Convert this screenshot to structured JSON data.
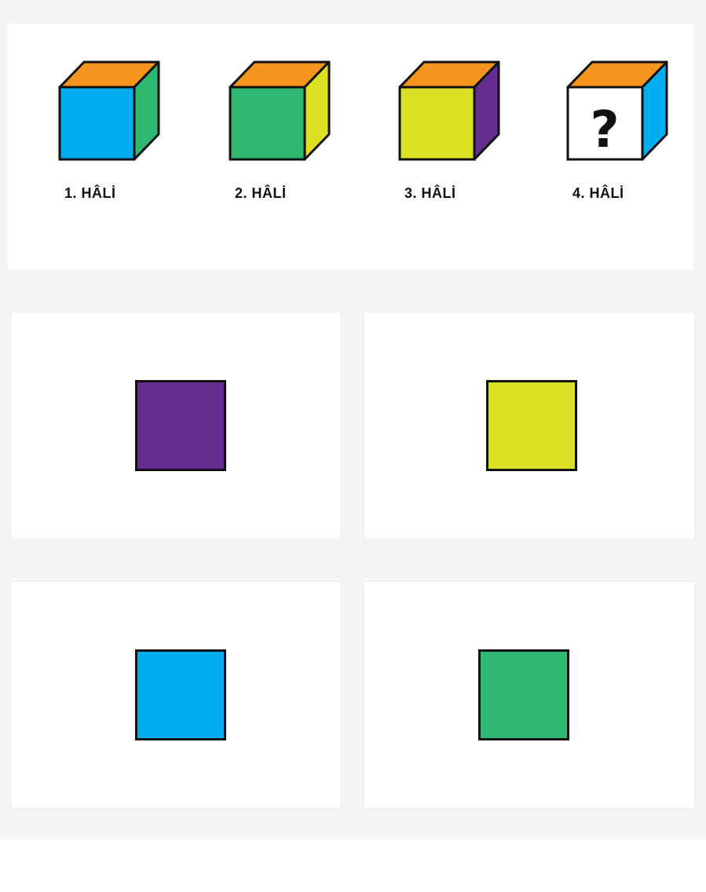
{
  "question": {
    "cubes": [
      {
        "caption": "1. HÂLİ",
        "front": "#00aeef",
        "top": "#f7941d",
        "side": "#2eb872",
        "unknown": false
      },
      {
        "caption": "2. HÂLİ",
        "front": "#2eb872",
        "top": "#f7941d",
        "side": "#dce022",
        "unknown": false
      },
      {
        "caption": "3. HÂLİ",
        "front": "#dce022",
        "top": "#f7941d",
        "side": "#662d91",
        "unknown": false
      },
      {
        "caption": "4. HÂLİ",
        "front": "#ffffff",
        "top": "#f7941d",
        "side": "#00aeef",
        "unknown": true,
        "front_symbol": "?"
      }
    ]
  },
  "options": [
    {
      "color": "#662d91",
      "color_name": "purple"
    },
    {
      "color": "#dce022",
      "color_name": "yellow-green"
    },
    {
      "color": "#00aeef",
      "color_name": "blue"
    },
    {
      "color": "#2eb872",
      "color_name": "green"
    }
  ]
}
